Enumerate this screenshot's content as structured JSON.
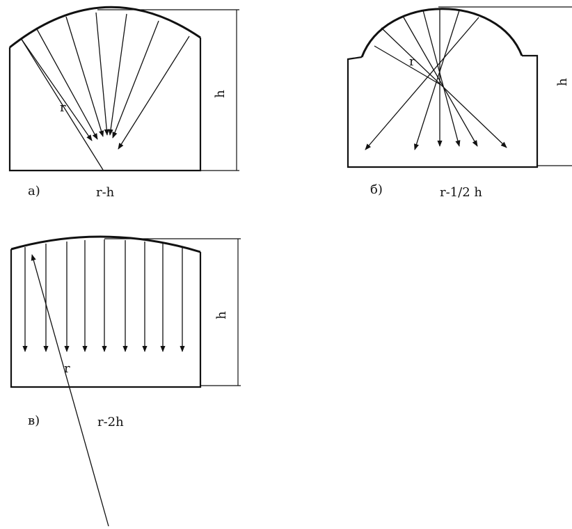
{
  "diagrams": [
    {
      "id": "a",
      "label": "а)",
      "formula": "r-h",
      "dim_label": "h",
      "radius_label": "r"
    },
    {
      "id": "b",
      "label": "б)",
      "formula": "r-1/2 h",
      "dim_label": "h",
      "radius_label": "r"
    },
    {
      "id": "c",
      "label": "в)",
      "formula": "r-2h",
      "dim_label": "h",
      "radius_label": "r"
    }
  ]
}
